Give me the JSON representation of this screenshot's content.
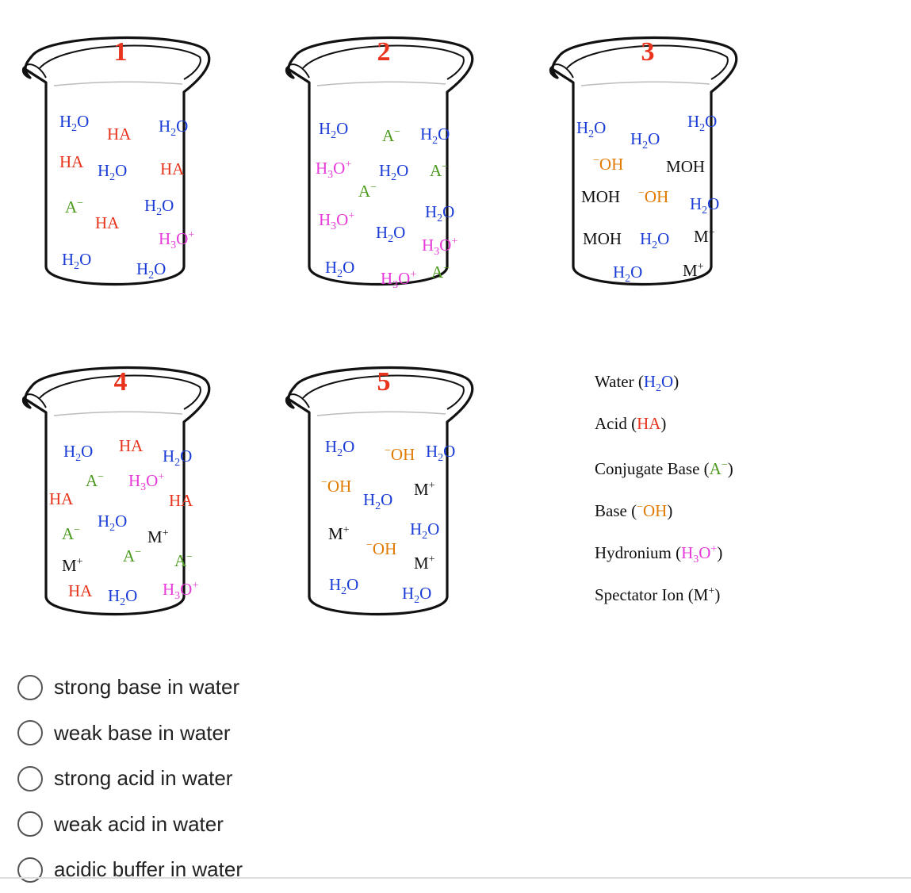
{
  "colors": {
    "water": "#1a3cd6",
    "acid": "#e8331d",
    "conj_base": "#4b9a1e",
    "base": "#e07a00",
    "hydronium": "#e63ad9",
    "spectator": "#111111",
    "label": "#e8331d"
  },
  "beakers": [
    {
      "label": "1",
      "items": [
        {
          "kind": "water",
          "text": "H2O"
        },
        {
          "kind": "acid",
          "text": "HA"
        },
        {
          "kind": "water",
          "text": "H2O"
        },
        {
          "kind": "acid",
          "text": "HA"
        },
        {
          "kind": "water",
          "text": "H2O"
        },
        {
          "kind": "acid",
          "text": "HA"
        },
        {
          "kind": "conj_base",
          "text": "A-"
        },
        {
          "kind": "acid",
          "text": "HA"
        },
        {
          "kind": "water",
          "text": "H2O"
        },
        {
          "kind": "hydronium",
          "text": "H3O+"
        },
        {
          "kind": "water",
          "text": "H2O"
        },
        {
          "kind": "water",
          "text": "H2O"
        }
      ]
    },
    {
      "label": "2",
      "items": [
        {
          "kind": "water",
          "text": "H2O"
        },
        {
          "kind": "conj_base",
          "text": "A-"
        },
        {
          "kind": "water",
          "text": "H2O"
        },
        {
          "kind": "hydronium",
          "text": "H3O+"
        },
        {
          "kind": "water",
          "text": "H2O"
        },
        {
          "kind": "conj_base",
          "text": "A-"
        },
        {
          "kind": "conj_base",
          "text": "A-"
        },
        {
          "kind": "hydronium",
          "text": "H3O+"
        },
        {
          "kind": "water",
          "text": "H2O"
        },
        {
          "kind": "water",
          "text": "H2O"
        },
        {
          "kind": "hydronium",
          "text": "H3O+"
        },
        {
          "kind": "water",
          "text": "H2O"
        },
        {
          "kind": "hydronium",
          "text": "H3O+"
        },
        {
          "kind": "conj_base",
          "text": "A-"
        }
      ]
    },
    {
      "label": "3",
      "items": [
        {
          "kind": "water",
          "text": "H2O"
        },
        {
          "kind": "water",
          "text": "H2O"
        },
        {
          "kind": "water",
          "text": "H2O"
        },
        {
          "kind": "base",
          "text": "-OH"
        },
        {
          "kind": "spectator",
          "text": "MOH"
        },
        {
          "kind": "spectator",
          "text": "MOH"
        },
        {
          "kind": "base",
          "text": "-OH"
        },
        {
          "kind": "water",
          "text": "H2O"
        },
        {
          "kind": "spectator",
          "text": "MOH"
        },
        {
          "kind": "water",
          "text": "H2O"
        },
        {
          "kind": "spectator",
          "text": "M+"
        },
        {
          "kind": "water",
          "text": "H2O"
        },
        {
          "kind": "spectator",
          "text": "M+"
        }
      ]
    },
    {
      "label": "4",
      "items": [
        {
          "kind": "water",
          "text": "H2O"
        },
        {
          "kind": "acid",
          "text": "HA"
        },
        {
          "kind": "water",
          "text": "H2O"
        },
        {
          "kind": "conj_base",
          "text": "A-"
        },
        {
          "kind": "hydronium",
          "text": "H3O+"
        },
        {
          "kind": "acid",
          "text": "HA"
        },
        {
          "kind": "acid",
          "text": "HA"
        },
        {
          "kind": "water",
          "text": "H2O"
        },
        {
          "kind": "conj_base",
          "text": "A-"
        },
        {
          "kind": "spectator",
          "text": "M+"
        },
        {
          "kind": "conj_base",
          "text": "A-"
        },
        {
          "kind": "conj_base",
          "text": "A-"
        },
        {
          "kind": "spectator",
          "text": "M+"
        },
        {
          "kind": "acid",
          "text": "HA"
        },
        {
          "kind": "water",
          "text": "H2O"
        },
        {
          "kind": "hydronium",
          "text": "H3O+"
        }
      ]
    },
    {
      "label": "5",
      "items": [
        {
          "kind": "water",
          "text": "H2O"
        },
        {
          "kind": "base",
          "text": "-OH"
        },
        {
          "kind": "water",
          "text": "H2O"
        },
        {
          "kind": "base",
          "text": "-OH"
        },
        {
          "kind": "water",
          "text": "H2O"
        },
        {
          "kind": "spectator",
          "text": "M+"
        },
        {
          "kind": "spectator",
          "text": "M+"
        },
        {
          "kind": "base",
          "text": "-OH"
        },
        {
          "kind": "water",
          "text": "H2O"
        },
        {
          "kind": "spectator",
          "text": "M+"
        },
        {
          "kind": "water",
          "text": "H2O"
        },
        {
          "kind": "water",
          "text": "H2O"
        }
      ]
    }
  ],
  "legend": {
    "water": {
      "name": "Water",
      "formula": "H2O"
    },
    "acid": {
      "name": "Acid",
      "formula": "HA"
    },
    "conj_base": {
      "name": "Conjugate Base",
      "formula": "A-"
    },
    "base": {
      "name": "Base",
      "formula": "-OH"
    },
    "hydronium": {
      "name": "Hydronium",
      "formula": "H3O+"
    },
    "spectator": {
      "name": "Spectator Ion",
      "formula": "M+"
    }
  },
  "options": [
    "strong base in water",
    "weak base in water",
    "strong acid in water",
    "weak acid in water",
    "acidic buffer in water"
  ]
}
